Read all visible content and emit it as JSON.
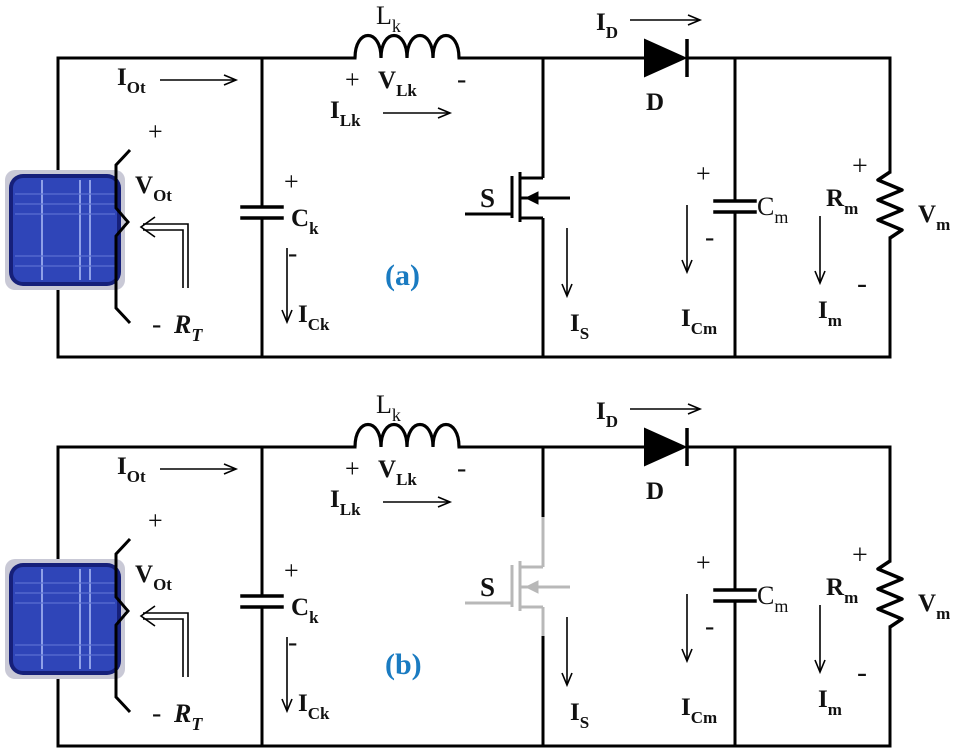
{
  "colors": {
    "wire": "#000000",
    "caption": "#1a7bc1",
    "switch_off": "#b8b8b8",
    "panel_dark": "#16207a",
    "panel_mid": "#2f45b8"
  },
  "labels": {
    "inductor": "L",
    "inductor_sub": "k",
    "inductor_voltage": "V",
    "inductor_voltage_sub": "Lk",
    "inductor_current": "I",
    "inductor_current_sub": "Lk",
    "output_current": "I",
    "output_current_sub": "Ot",
    "output_voltage": "V",
    "output_voltage_sub": "Ot",
    "tracking_resistance": "R",
    "tracking_resistance_sub": "T",
    "capacitor_k": "C",
    "capacitor_k_sub": "k",
    "capacitor_k_current": "I",
    "capacitor_k_current_sub": "Ck",
    "switch": "S",
    "switch_current": "I",
    "switch_current_sub": "S",
    "diode": "D",
    "diode_current": "I",
    "diode_current_sub": "D",
    "capacitor_m": "C",
    "capacitor_m_sub": "m",
    "capacitor_m_current": "I",
    "capacitor_m_current_sub": "Cm",
    "load_resistor": "R",
    "load_resistor_sub": "m",
    "load_voltage": "V",
    "load_voltage_sub": "m",
    "load_current": "I",
    "load_current_sub": "m",
    "plus": "+",
    "minus": "-"
  },
  "panels": [
    {
      "caption": "(a)",
      "switch_state": "on"
    },
    {
      "caption": "(b)",
      "switch_state": "off"
    }
  ]
}
